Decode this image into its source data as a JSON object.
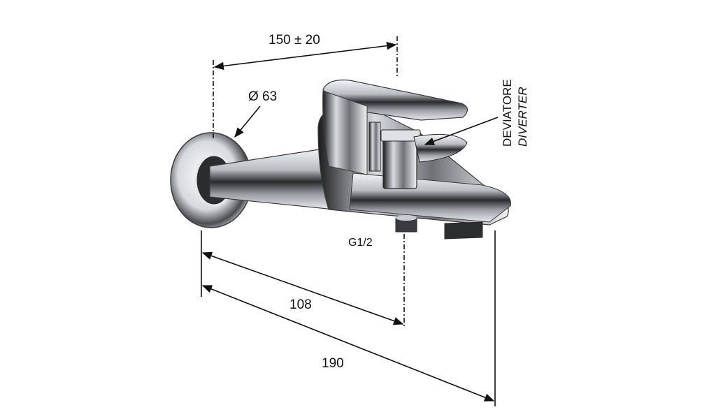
{
  "dimensions": {
    "top_width": "150 ± 20",
    "rosette_diameter": "Ø 63",
    "inlet_to_spout_center": "108",
    "overall_projection": "190",
    "connection_thread": "G1/2"
  },
  "labels": {
    "diverter_it": "DEVIATORE",
    "diverter_en": "DIVERTER"
  },
  "colors": {
    "line": "#111111",
    "chrome_dark": "#1a1a1a",
    "chrome_mid": "#8a8d92",
    "chrome_light": "#e8eaee"
  }
}
